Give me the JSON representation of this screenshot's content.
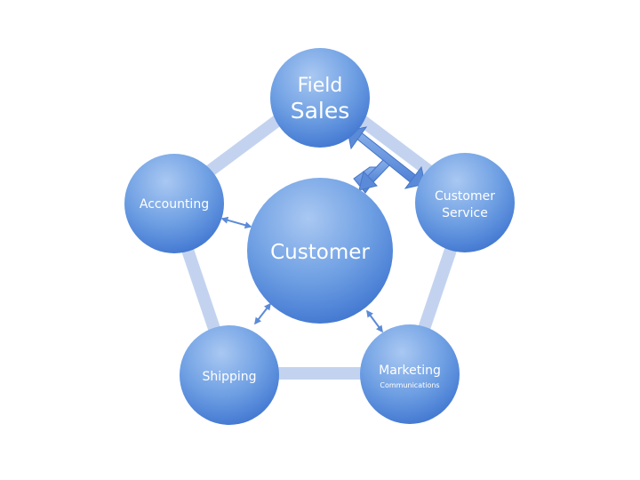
{
  "diagram": {
    "center": {
      "label": "Customer"
    },
    "nodes": [
      {
        "id": "field-sales",
        "lines": [
          "Field",
          "Sales"
        ]
      },
      {
        "id": "customer-service",
        "lines": [
          "Customer",
          "Service"
        ]
      },
      {
        "id": "marketing-communications",
        "lines": [
          "Marketing",
          "Communications"
        ]
      },
      {
        "id": "shipping",
        "lines": [
          "Shipping"
        ]
      },
      {
        "id": "accounting",
        "lines": [
          "Accounting"
        ]
      }
    ],
    "colors": {
      "node_light": "#a9c8f2",
      "node_mid": "#6e9fe3",
      "node_dark": "#3d73cf",
      "ring": "#c3d3ef",
      "arrow": "#5b8bd8"
    }
  }
}
